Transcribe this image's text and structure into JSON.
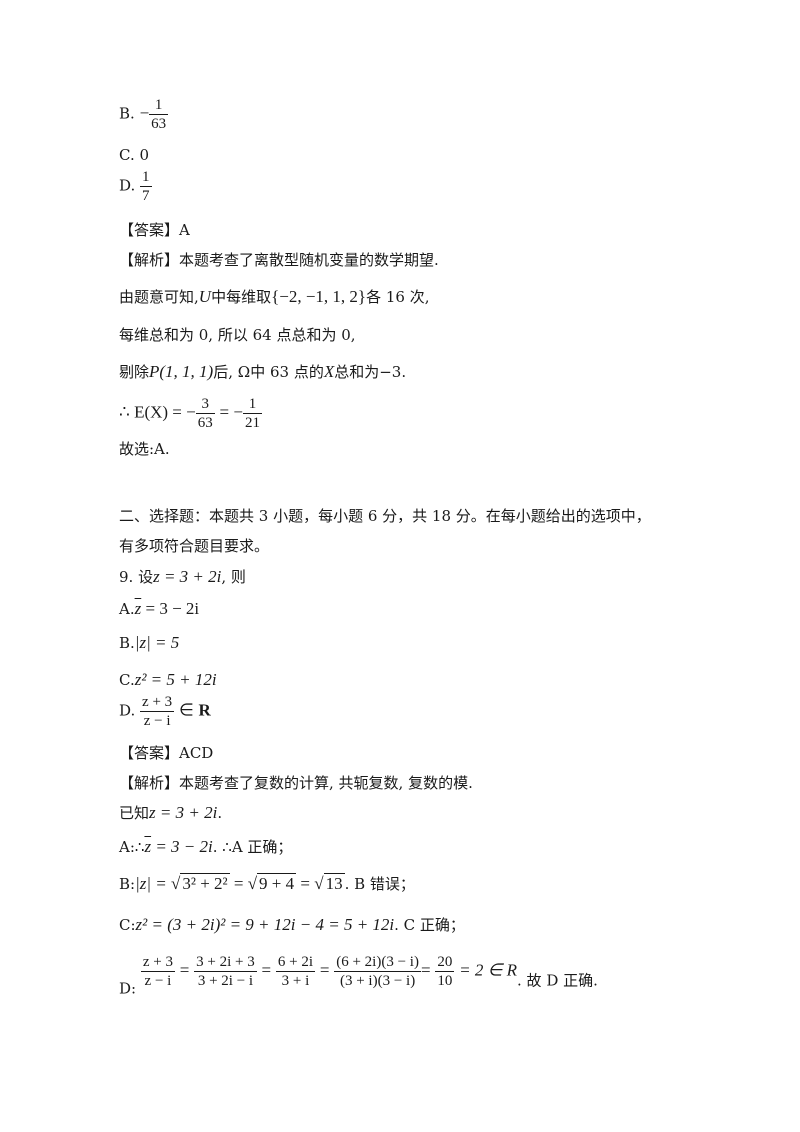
{
  "q8_options": {
    "b": {
      "label": "B.",
      "sign": "−",
      "num": "1",
      "den": "63"
    },
    "c": {
      "label": "C. 0"
    },
    "d": {
      "label": "D.",
      "num": "1",
      "den": "7"
    }
  },
  "q8_answer": "【答案】A",
  "q8_analysis": {
    "intro": "【解析】本题考查了离散型随机变量的数学期望.",
    "l1_a": "由题意可知,",
    "l1_u": "U",
    "l1_b": "中每维取",
    "l1_set": "{−2, −1, 1, 2}",
    "l1_c": "各 16 次,",
    "l2": "每维总和为 0, 所以 64 点总和为 0,",
    "l3_a": "剔除",
    "l3_p": "P(1, 1, 1)",
    "l3_b": "后, Ω中 63 点的",
    "l3_x": "X",
    "l3_c": "总和为−3.",
    "l4_lhs": "∴ E(X) = −",
    "l4_f1_num": "3",
    "l4_f1_den": "63",
    "l4_mid": "= −",
    "l4_f2_num": "1",
    "l4_f2_den": "21",
    "l5": "故选:A."
  },
  "section2": {
    "line1": "二、选择题：本题共 3 小题，每小题 6 分，共 18 分。在每小题给出的选项中，",
    "line2": "有多项符合题目要求。"
  },
  "q9": {
    "stem_a": "9. 设",
    "stem_z": "z = 3 + 2i",
    "stem_b": ", 则",
    "opt_a_label": "A.",
    "opt_a_z": "z",
    "opt_a_rest": " = 3 − 2i",
    "opt_b_label": "B.",
    "opt_b_math": "|z| = 5",
    "opt_c_label": "C.",
    "opt_c_math": "z² = 5 + 12i",
    "opt_d_label": "D.",
    "opt_d_num": "z + 3",
    "opt_d_den": "z − i",
    "opt_d_in": "∈",
    "opt_d_r": "R"
  },
  "q9_answer": "【答案】ACD",
  "q9_analysis": {
    "intro": "【解析】本题考查了复数的计算, 共轭复数, 复数的模.",
    "known_a": "已知",
    "known_math": "z = 3 + 2i",
    "known_b": ".",
    "a_label": "A:∴",
    "a_z": "z",
    "a_rest": " = 3 − 2i",
    "a_tail": ". ∴A 正确；",
    "b_label": "B:",
    "b_math1": "|z| = √",
    "b_rad1": "3² + 2²",
    "b_math2": " = √",
    "b_rad2": "9 + 4",
    "b_math3": " = √",
    "b_rad3": "13",
    "b_tail": ". B 错误；",
    "c_label": "C:",
    "c_math": "z² = (3 + 2i)² = 9 + 12i − 4 = 5 + 12i",
    "c_tail": ". C 正确；",
    "d_label": "D:",
    "d_f1_num": "z + 3",
    "d_f1_den": "z − i",
    "d_f2_num": "3 + 2i + 3",
    "d_f2_den": "3 + 2i − i",
    "d_f3_num": "6 + 2i",
    "d_f3_den": "3 + i",
    "d_f4_num": "(6 + 2i)(3 − i)",
    "d_f4_den": "(3 + i)(3 − i)",
    "d_f5_num": "20",
    "d_f5_den": "10",
    "d_eq": "=",
    "d_end": "= 2 ∈ R",
    "d_tail": ". 故 D 正确."
  }
}
